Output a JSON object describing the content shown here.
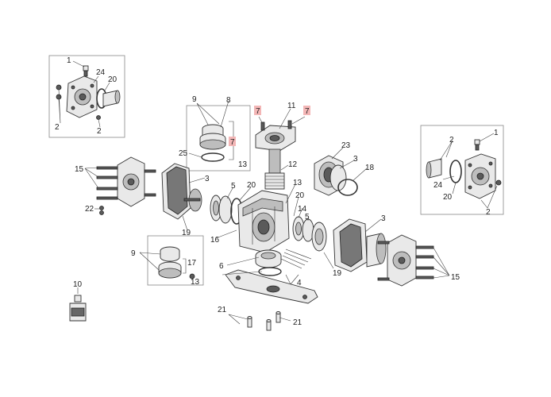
{
  "labels": {
    "l1a": "1",
    "l24a": "24",
    "l20a": "20",
    "l2a": "2",
    "l2b": "2",
    "l9a": "9",
    "l8": "8",
    "l7a": "7",
    "l25": "25",
    "l13a": "13",
    "l7b": "7",
    "l11": "11",
    "l7c": "7",
    "l23": "23",
    "l3a": "3",
    "l18": "18",
    "l1b": "1",
    "l2c": "2",
    "l24b": "24",
    "l20b": "20",
    "l2d": "2",
    "l15a": "15",
    "l3b": "3",
    "l22": "22",
    "l12": "12",
    "l5a": "5",
    "l20c": "20",
    "l20d": "20",
    "l13b": "13",
    "l14": "14",
    "l5b": "5",
    "l19a": "19",
    "l16": "16",
    "l3c": "3",
    "l9b": "9",
    "l17": "17",
    "l13c": "13",
    "l6": "6",
    "l4": "4",
    "l19b": "19",
    "l15b": "15",
    "l10": "10",
    "l21a": "21",
    "l21b": "21"
  },
  "colors": {
    "highlight": "#f3b6b6",
    "line": "#333333",
    "box": "#888888"
  }
}
